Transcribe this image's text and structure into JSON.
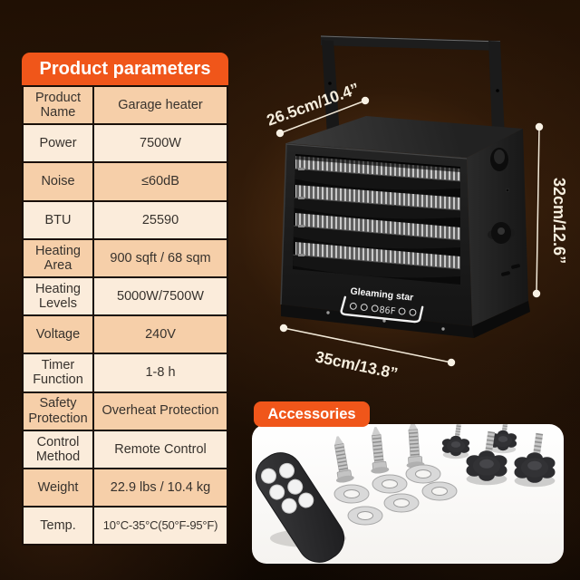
{
  "theme": {
    "accent_orange": "#f0561a",
    "table_row_dark": "#f6cfa9",
    "table_row_light": "#fbecdb",
    "background_brown": "#2b1708",
    "panel_white": "#ffffff"
  },
  "parameters": {
    "header": "Product parameters",
    "rows": [
      {
        "label": "Product Name",
        "value": "Garage heater"
      },
      {
        "label": "Power",
        "value": "7500W"
      },
      {
        "label": "Noise",
        "value": "≤60dB"
      },
      {
        "label": "BTU",
        "value": "25590"
      },
      {
        "label": "Heating Area",
        "value": "900 sqft / 68 sqm"
      },
      {
        "label": "Heating Levels",
        "value": "5000W/7500W"
      },
      {
        "label": "Voltage",
        "value": "240V"
      },
      {
        "label": "Timer Function",
        "value": "1-8 h"
      },
      {
        "label": "Safety Protection",
        "value": "Overheat Protection"
      },
      {
        "label": "Control Method",
        "value": "Remote Control"
      },
      {
        "label": "Weight",
        "value": "22.9 lbs / 10.4 kg"
      },
      {
        "label": "Temp.",
        "value": "10°C-35°C(50°F-95°F)"
      }
    ]
  },
  "heater": {
    "brand": "Gleaming star",
    "display_value": "86F",
    "dimensions": {
      "top": "26.5cm/10.4”",
      "side": "32cm/12.6”",
      "bottom": "35cm/13.8”"
    }
  },
  "accessories": {
    "header": "Accessories",
    "items": [
      "remote-control",
      "self-tapping-screws",
      "washers",
      "mounting-knobs"
    ]
  }
}
